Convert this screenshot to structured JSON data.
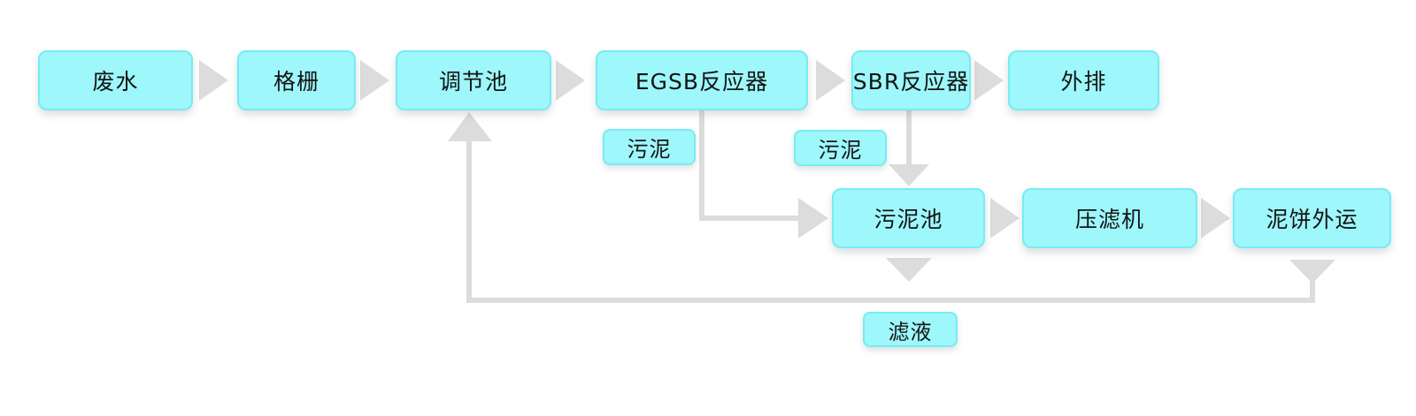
{
  "diagram_title": "wastewater-treatment-process-flow",
  "colors": {
    "node_fill": "#9ef7fb",
    "node_border": "#76ecf2",
    "arrow_color": "#dcdcdc",
    "text_color": "#141414",
    "bg": "#ffffff"
  },
  "nodes": [
    {
      "id": "wastewater",
      "label": "废水"
    },
    {
      "id": "bar-screen",
      "label": "格栅"
    },
    {
      "id": "equalization-tank",
      "label": "调节池"
    },
    {
      "id": "egsb-reactor",
      "label": "EGSB反应器"
    },
    {
      "id": "sbr-reactor",
      "label": "SBR反应器"
    },
    {
      "id": "effluent-discharge",
      "label": "外排"
    },
    {
      "id": "sludge-tank",
      "label": "污泥池"
    },
    {
      "id": "filter-press",
      "label": "压滤机"
    },
    {
      "id": "sludge-cake-hauling",
      "label": "泥饼外运"
    }
  ],
  "tags": [
    {
      "id": "sludge-from-egsb",
      "label": "污泥"
    },
    {
      "id": "sludge-from-sbr",
      "label": "污泥"
    },
    {
      "id": "filtrate",
      "label": "滤液"
    }
  ],
  "flows": [
    "废水→格栅",
    "格栅→调节池",
    "调节池→EGSB反应器",
    "EGSB反应器→SBR反应器",
    "SBR反应器→外排",
    "EGSB反应器→污泥池(污泥)",
    "SBR反应器→污泥池(污泥)",
    "污泥池→压滤机",
    "压滤机→泥饼外运",
    "泥饼外运/污泥池→滤液→调节池"
  ]
}
